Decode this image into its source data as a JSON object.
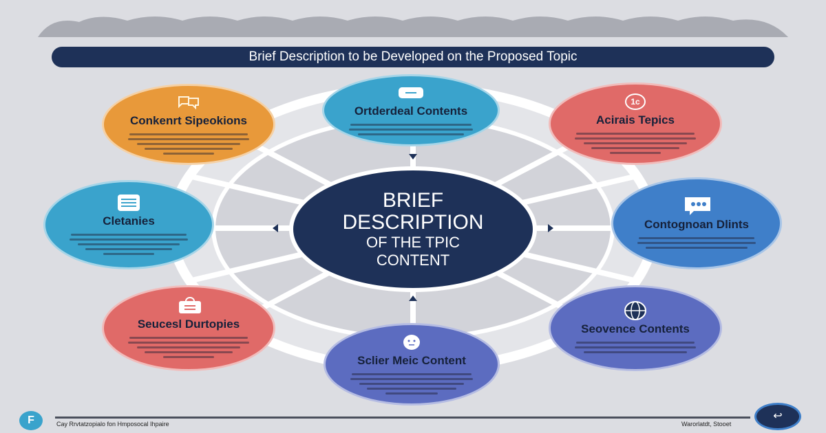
{
  "header": {
    "title": "Brief Description to be Developed on the Proposed Topic"
  },
  "center": {
    "line1": "BRIEF",
    "line2": "DESCRIPTION",
    "line3": "OF THE TPIC",
    "line4": "CONTENT"
  },
  "nodes": [
    {
      "title": "Conkenrt Sipeokions",
      "color": "#e8993a",
      "icon": "chat-bubbles-icon"
    },
    {
      "title": "Ortderdeal Contents",
      "color": "#3aa3cc",
      "icon": "tag-icon"
    },
    {
      "title": "Acirais Tepics",
      "color": "#e06a68",
      "icon": "number-badge-icon",
      "icon_text": "1c"
    },
    {
      "title": "Cletanies",
      "color": "#3aa3cc",
      "icon": "document-icon"
    },
    {
      "title": "Contognoan Dlints",
      "color": "#3f7fc9",
      "icon": "speech-bubble-icon"
    },
    {
      "title": "Seucesl Durtopies",
      "color": "#e06a68",
      "icon": "bag-icon"
    },
    {
      "title": "Sclier Meic Content",
      "color": "#5c6cc0",
      "icon": "face-icon"
    },
    {
      "title": "Seovence Contents",
      "color": "#5c6cc0",
      "icon": "globe-icon"
    }
  ],
  "footer": {
    "logo": "F",
    "left_text": "Cay Rrvtatzopialo fon Hmposocal Ihpaire",
    "right_text": "Warorlatdt, Stooet",
    "right_logo": "↩︎"
  }
}
